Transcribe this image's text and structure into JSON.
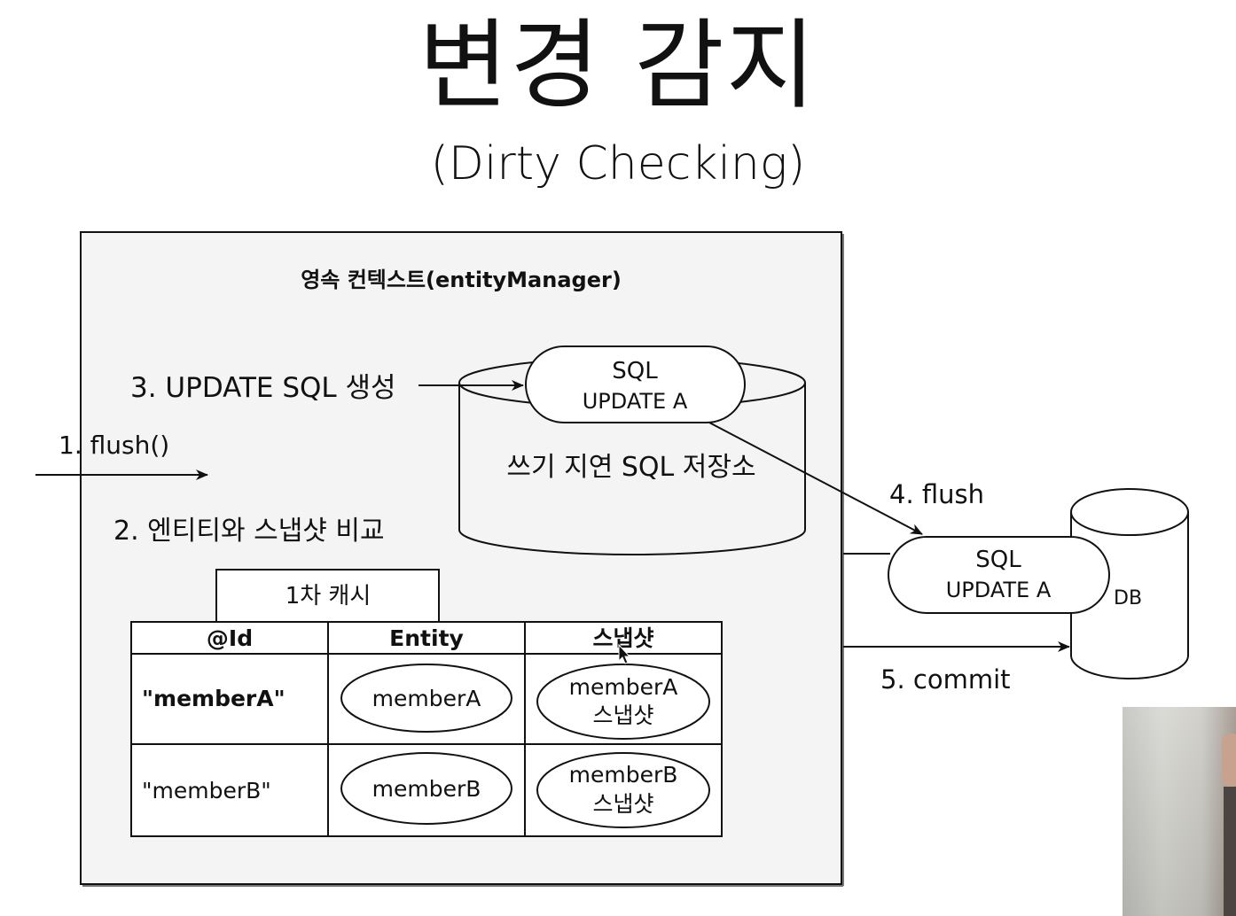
{
  "title": "변경 감지",
  "subtitle": "(Dirty Checking)",
  "diagram": {
    "context_label": "영속 컨텍스트(entityManager)",
    "step1_label": "1. flush()",
    "step2_label": "2. 엔티티와 스냅샷 비교",
    "step3_label": "3. UPDATE SQL 생성",
    "step4_label": "4. flush",
    "step5_label": "5. commit",
    "sql_store_label": "쓰기 지연 SQL 저장소",
    "sql_pill": {
      "line1": "SQL",
      "line2": "UPDATE A"
    },
    "db_pill": {
      "line1": "SQL",
      "line2": "UPDATE A"
    },
    "db_label": "DB",
    "cache": {
      "tab_label": "1차 캐시",
      "headers": [
        "@Id",
        "Entity",
        "스냅샷"
      ],
      "rows": [
        {
          "id": "\"memberA\"",
          "entity": "memberA",
          "snapshot_line1": "memberA",
          "snapshot_line2": "스냅샷"
        },
        {
          "id": "\"memberB\"",
          "entity": "memberB",
          "snapshot_line1": "memberB",
          "snapshot_line2": "스냅샷"
        }
      ]
    }
  },
  "colors": {
    "panel_bg": "#f4f4f4",
    "stroke": "#111111",
    "background": "#ffffff"
  }
}
